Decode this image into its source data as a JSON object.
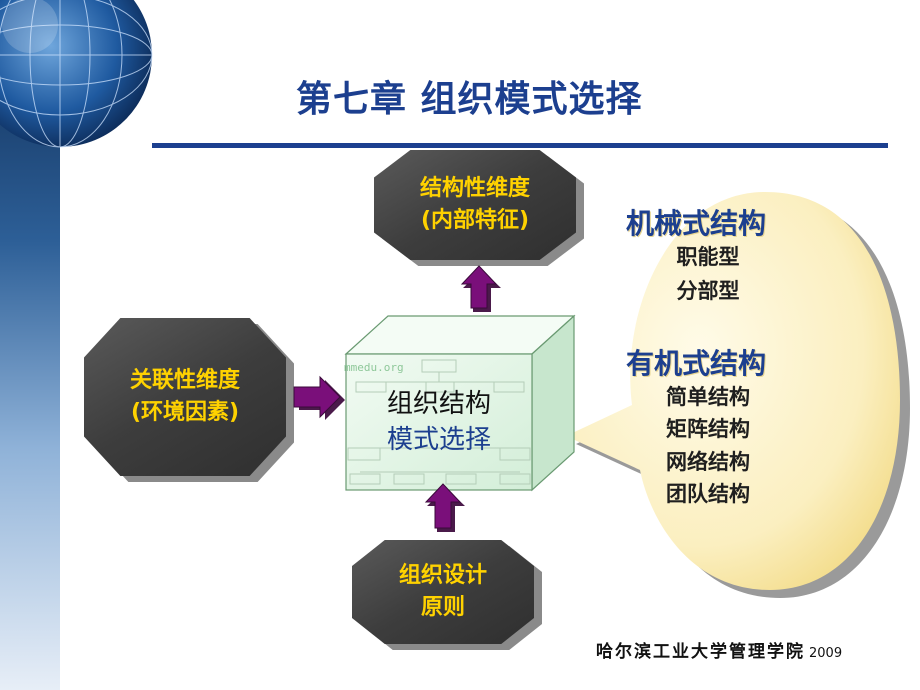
{
  "slide": {
    "title": "第七章  组织模式选择",
    "footer": {
      "school": "哈尔滨工业大学管理学院",
      "year": "2009"
    }
  },
  "diagram": {
    "top_box": {
      "line1": "结构性维度",
      "line2": "(内部特征)"
    },
    "left_box": {
      "line1": "关联性维度",
      "line2": "(环境因素)"
    },
    "bottom_box": {
      "line1": "组织设计",
      "line2": "原则"
    },
    "center_cube": {
      "line1": "组织结构",
      "line2": "模式选择",
      "watermark": "mmedu.org"
    },
    "bubble": {
      "group1": {
        "title": "机械式结构",
        "items": [
          "职能型",
          "分部型"
        ]
      },
      "group2": {
        "title": "有机式结构",
        "items": [
          "简单结构",
          "矩阵结构",
          "网络结构",
          "团队结构"
        ]
      }
    }
  },
  "colors": {
    "title_blue": "#1c3f8f",
    "box_text": "#ffd200",
    "arrow_purple": "#7a0f7a",
    "bubble_fill": "#fdf3c7",
    "cube_face": "#e4f5e6"
  }
}
